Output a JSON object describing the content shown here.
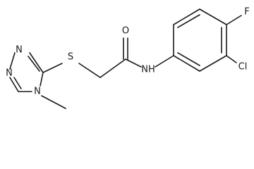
{
  "molecule": {
    "atoms": {
      "n1": "N",
      "n2": "N",
      "n4": "N",
      "s": "S",
      "o": "O",
      "nh": "NH",
      "f": "F",
      "cl": "Cl"
    },
    "colors": {
      "bond": "#1a1a1a",
      "text": "#1a1a1a",
      "background": "#ffffff"
    }
  }
}
